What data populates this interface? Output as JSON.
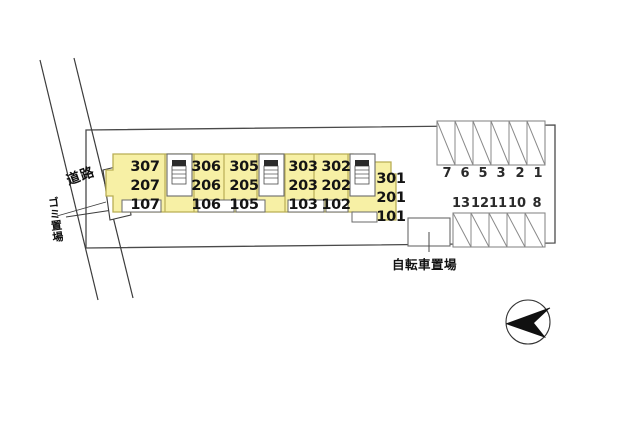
{
  "map": {
    "title": "apartment-site-plan",
    "colors": {
      "unit_fill": "#f7f0a5",
      "unit_stroke": "#b9ae55",
      "line": "#4a4a4a",
      "stall_line": "#8a8a8a",
      "text": "#141414"
    },
    "labels": {
      "road": "道路",
      "garbage": "ゴミ置場",
      "bicycle": "自転車置場"
    },
    "building": {
      "name": "apartment-building",
      "units": [
        {
          "id": "u307",
          "floors": [
            "307",
            "207",
            "107"
          ]
        },
        {
          "id": "u306",
          "floors": [
            "306",
            "206",
            "106"
          ]
        },
        {
          "id": "u305",
          "floors": [
            "305",
            "205",
            "105"
          ]
        },
        {
          "id": "u303",
          "floors": [
            "303",
            "203",
            "103"
          ]
        },
        {
          "id": "u302",
          "floors": [
            "302",
            "202",
            "102"
          ]
        },
        {
          "id": "u301",
          "floors": [
            "301",
            "201",
            "101"
          ]
        }
      ],
      "stairwells": [
        "stairwell-1",
        "stairwell-2",
        "stairwell-3"
      ]
    },
    "parking": {
      "upper_row": [
        "7",
        "6",
        "5",
        "3",
        "2",
        "1"
      ],
      "lower_row": [
        "13",
        "12",
        "11",
        "10",
        "8"
      ]
    },
    "compass": {
      "name": "compass-rose",
      "direction": "west-pointer"
    }
  }
}
